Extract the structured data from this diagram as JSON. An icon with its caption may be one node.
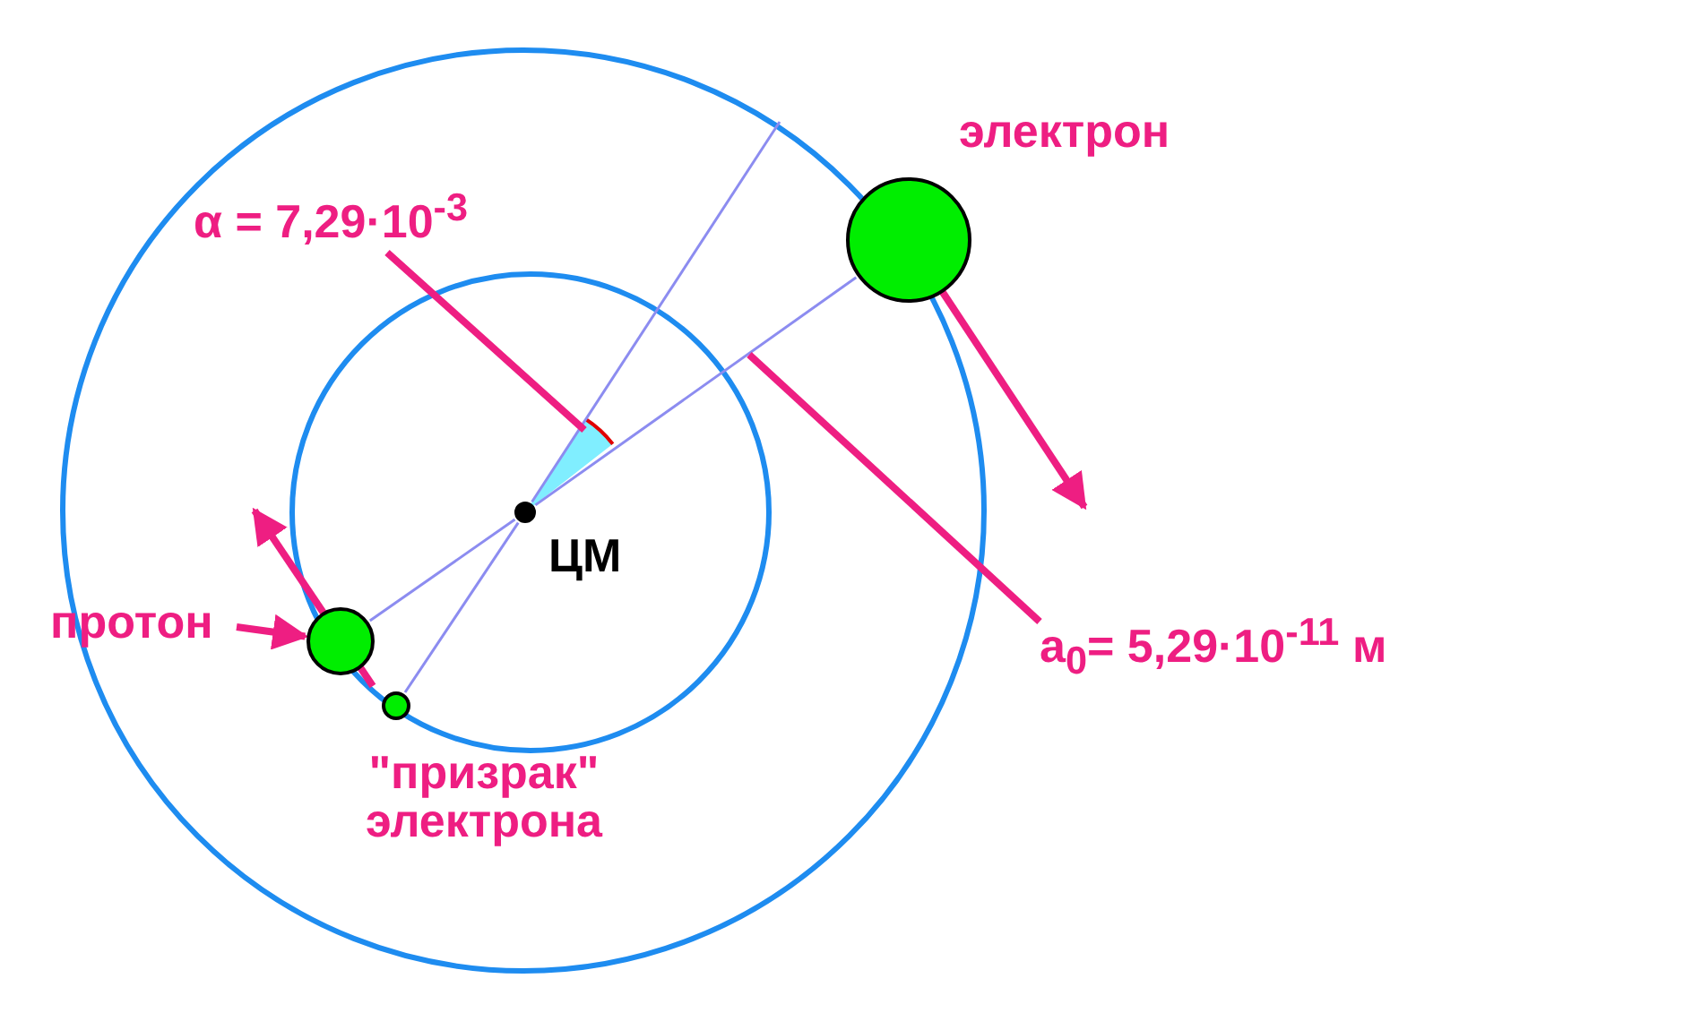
{
  "diagram": {
    "nodes": [
      {
        "text": [],
        "shape": "circle",
        "beside": [
          "электрон"
        ]
      },
      {
        "text": [],
        "shape": "circle"
      },
      {
        "text": [
          "протон"
        ]
      },
      {
        "text": [],
        "shape": "circle",
        "beside": [
          "\"призрак\" электрона"
        ]
      },
      {
        "text": [],
        "shape": "circle",
        "beside": [
          "ЦМ"
        ]
      },
      {
        "text": [
          "α = 7,29·10$^{-3}$"
        ]
      },
      {
        "text": [
          "a$_{0}$= 5,29·10$^{-11}$ м"
        ]
      },
      {
        "text": [],
        "shape": "sector"
      }
    ],
    "edges": [
      {
        "from": 0,
        "to": 4,
        "arrow": "none"
      },
      {
        "from": 4,
        "to": 1,
        "arrow": "none"
      },
      {
        "from": 3,
        "to": 4,
        "arrow": "none"
      },
      {
        "from": 4,
        "to": null,
        "arrow": "none"
      },
      {
        "from": 2,
        "to": 1,
        "arrow": "to",
        "style": "thick",
        "color": "#ee1e82"
      },
      {
        "from": 5,
        "to": 7,
        "arrow": "none",
        "style": "thick",
        "color": "#ee1e82"
      },
      {
        "from": 6,
        "to": null,
        "arrow": "none",
        "style": "thick",
        "color": "#ee1e82"
      }
    ]
  }
}
